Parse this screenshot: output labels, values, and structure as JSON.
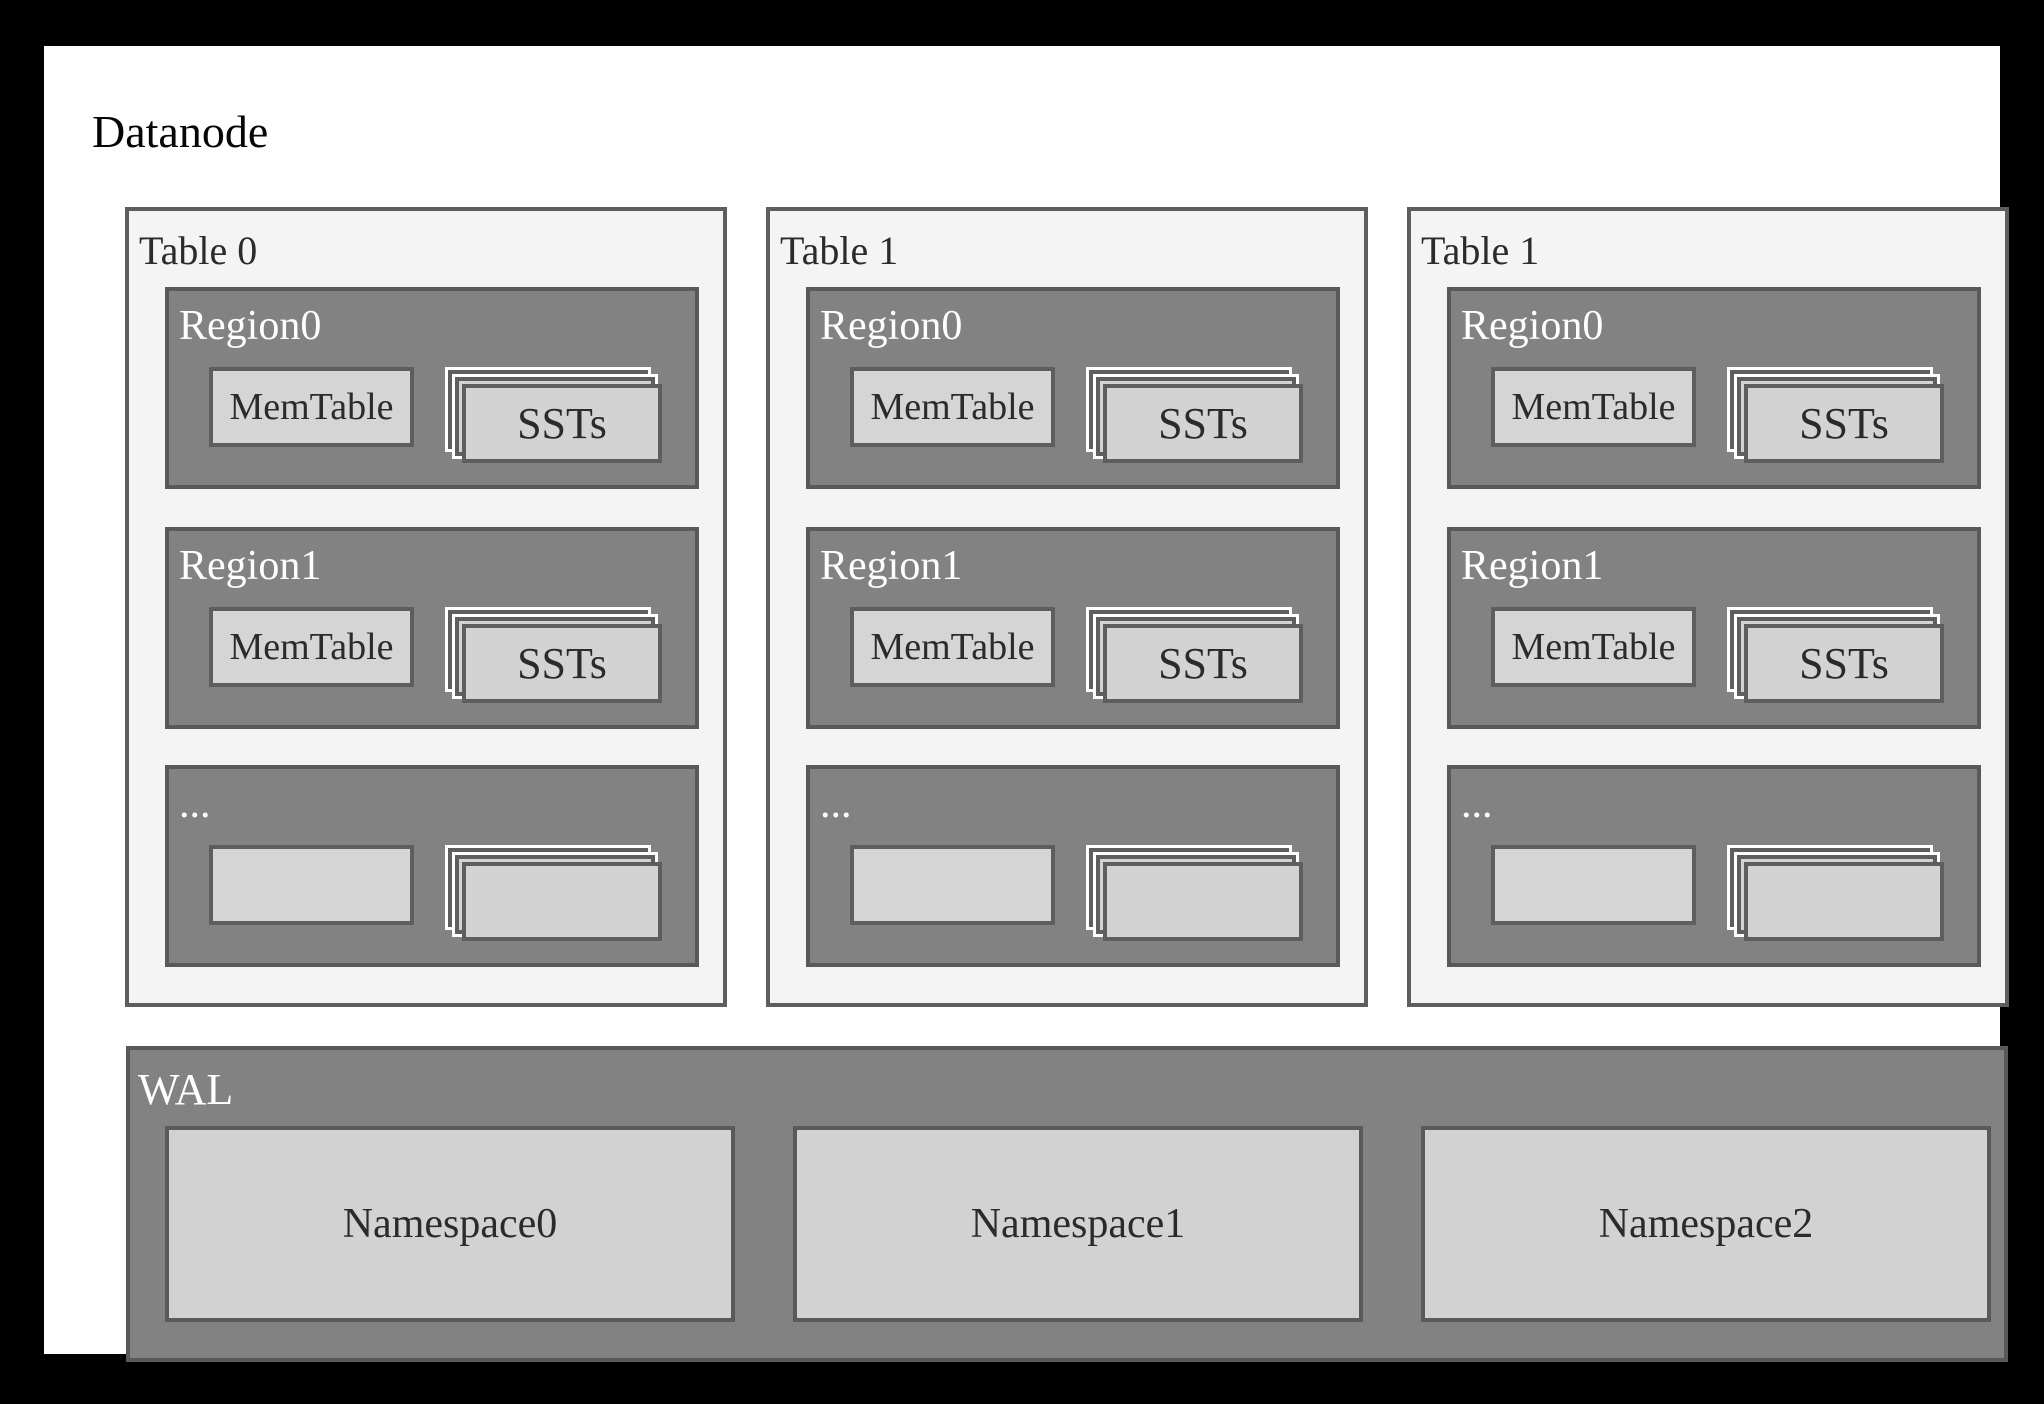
{
  "title": "Datanode",
  "colors": {
    "frame": "#000000",
    "panel_background": "#ffffff",
    "table_fill": "#f4f4f4",
    "table_border": "#5e5e5e",
    "region_fill": "#828282",
    "region_border": "#595959",
    "inner_box_fill": "#d3d3d3",
    "inner_box_border": "#5e5e5e",
    "stack_gap": "#ffffff",
    "dark_text": "#2b2b2b",
    "light_text": "#ffffff"
  },
  "tables": [
    {
      "label": "Table 0",
      "regions": [
        {
          "label": "Region0",
          "memtable": "MemTable",
          "ssts": "SSTs"
        },
        {
          "label": "Region1",
          "memtable": "MemTable",
          "ssts": "SSTs"
        },
        {
          "label": "...",
          "memtable": "",
          "ssts": ""
        }
      ]
    },
    {
      "label": "Table 1",
      "regions": [
        {
          "label": "Region0",
          "memtable": "MemTable",
          "ssts": "SSTs"
        },
        {
          "label": "Region1",
          "memtable": "MemTable",
          "ssts": "SSTs"
        },
        {
          "label": "...",
          "memtable": "",
          "ssts": ""
        }
      ]
    },
    {
      "label": "Table 1",
      "regions": [
        {
          "label": "Region0",
          "memtable": "MemTable",
          "ssts": "SSTs"
        },
        {
          "label": "Region1",
          "memtable": "MemTable",
          "ssts": "SSTs"
        },
        {
          "label": "...",
          "memtable": "",
          "ssts": ""
        }
      ]
    }
  ],
  "wal": {
    "label": "WAL",
    "namespaces": [
      "Namespace0",
      "Namespace1",
      "Namespace2"
    ]
  }
}
